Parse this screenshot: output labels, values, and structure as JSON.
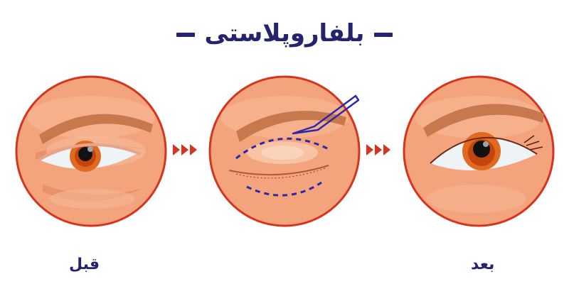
{
  "title": "بلفاروپلاستی",
  "labels": {
    "before": "قبل",
    "after": "بعد"
  },
  "stages": [
    {
      "name": "before",
      "description": "droopy eyelid with puffy under-eye"
    },
    {
      "name": "surgery",
      "description": "closed eye with dashed incision lines and scalpel"
    },
    {
      "name": "after",
      "description": "open eye with tightened eyelid"
    }
  ],
  "colors": {
    "title": "#26236e",
    "circle_border": "#d8341d",
    "arrow": "#d8341d",
    "skin": "#f3a47d",
    "incision": "#2a2aa8"
  }
}
